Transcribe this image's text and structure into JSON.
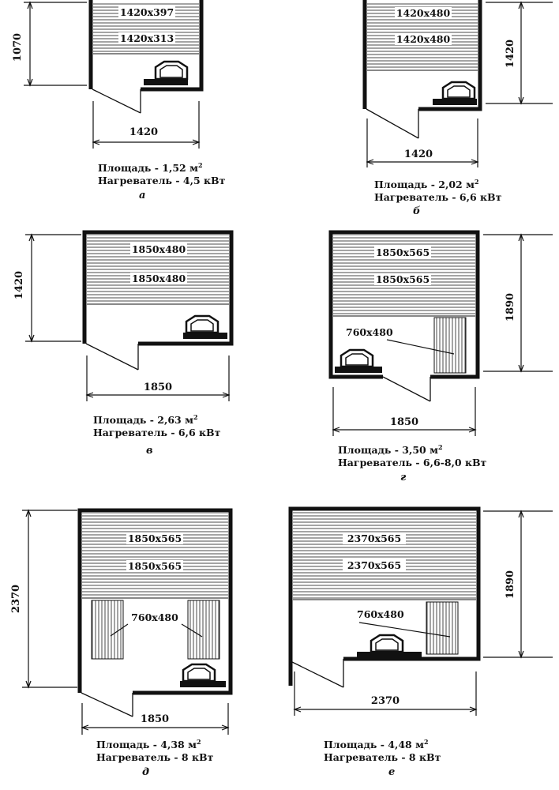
{
  "plans": [
    {
      "id": "a",
      "benches": [
        "1420x397",
        "1420x313"
      ],
      "width_label": "1420",
      "depth_label": "1070",
      "area_label": "Площадь - 1,52 м",
      "area_sup": "2",
      "heater_label": "Нагреватель - 4,5 кВт",
      "letter": "а"
    },
    {
      "id": "b",
      "benches": [
        "1420x480",
        "1420x480"
      ],
      "width_label": "1420",
      "depth_label": "1420",
      "area_label": "Площадь - 2,02 м",
      "area_sup": "2",
      "heater_label": "Нагреватель - 6,6 кВт",
      "letter": "б"
    },
    {
      "id": "v",
      "benches": [
        "1850x480",
        "1850x480"
      ],
      "width_label": "1850",
      "depth_label": "1420",
      "area_label": "Площадь - 2,63 м",
      "area_sup": "2",
      "heater_label": "Нагреватель - 6,6 кВт",
      "letter": "в"
    },
    {
      "id": "g",
      "benches": [
        "1850x565",
        "1850x565"
      ],
      "side_bench": "760x480",
      "width_label": "1850",
      "depth_label": "1890",
      "area_label": "Площадь - 3,50 м",
      "area_sup": "2",
      "heater_label": "Нагреватель - 6,6-8,0 кВт",
      "letter": "г"
    },
    {
      "id": "d",
      "benches": [
        "1850x565",
        "1850x565"
      ],
      "side_bench": "760x480",
      "width_label": "1850",
      "depth_label": "2370",
      "area_label": "Площадь - 4,38 м",
      "area_sup": "2",
      "heater_label": "Нагреватель - 8 кВт",
      "letter": "д"
    },
    {
      "id": "e",
      "benches": [
        "2370x565",
        "2370x565"
      ],
      "side_bench": "760x480",
      "width_label": "2370",
      "depth_label": "1890",
      "area_label": "Площадь - 4,48 м",
      "area_sup": "2",
      "heater_label": "Нагреватель - 8 кВт",
      "letter": "е"
    }
  ]
}
